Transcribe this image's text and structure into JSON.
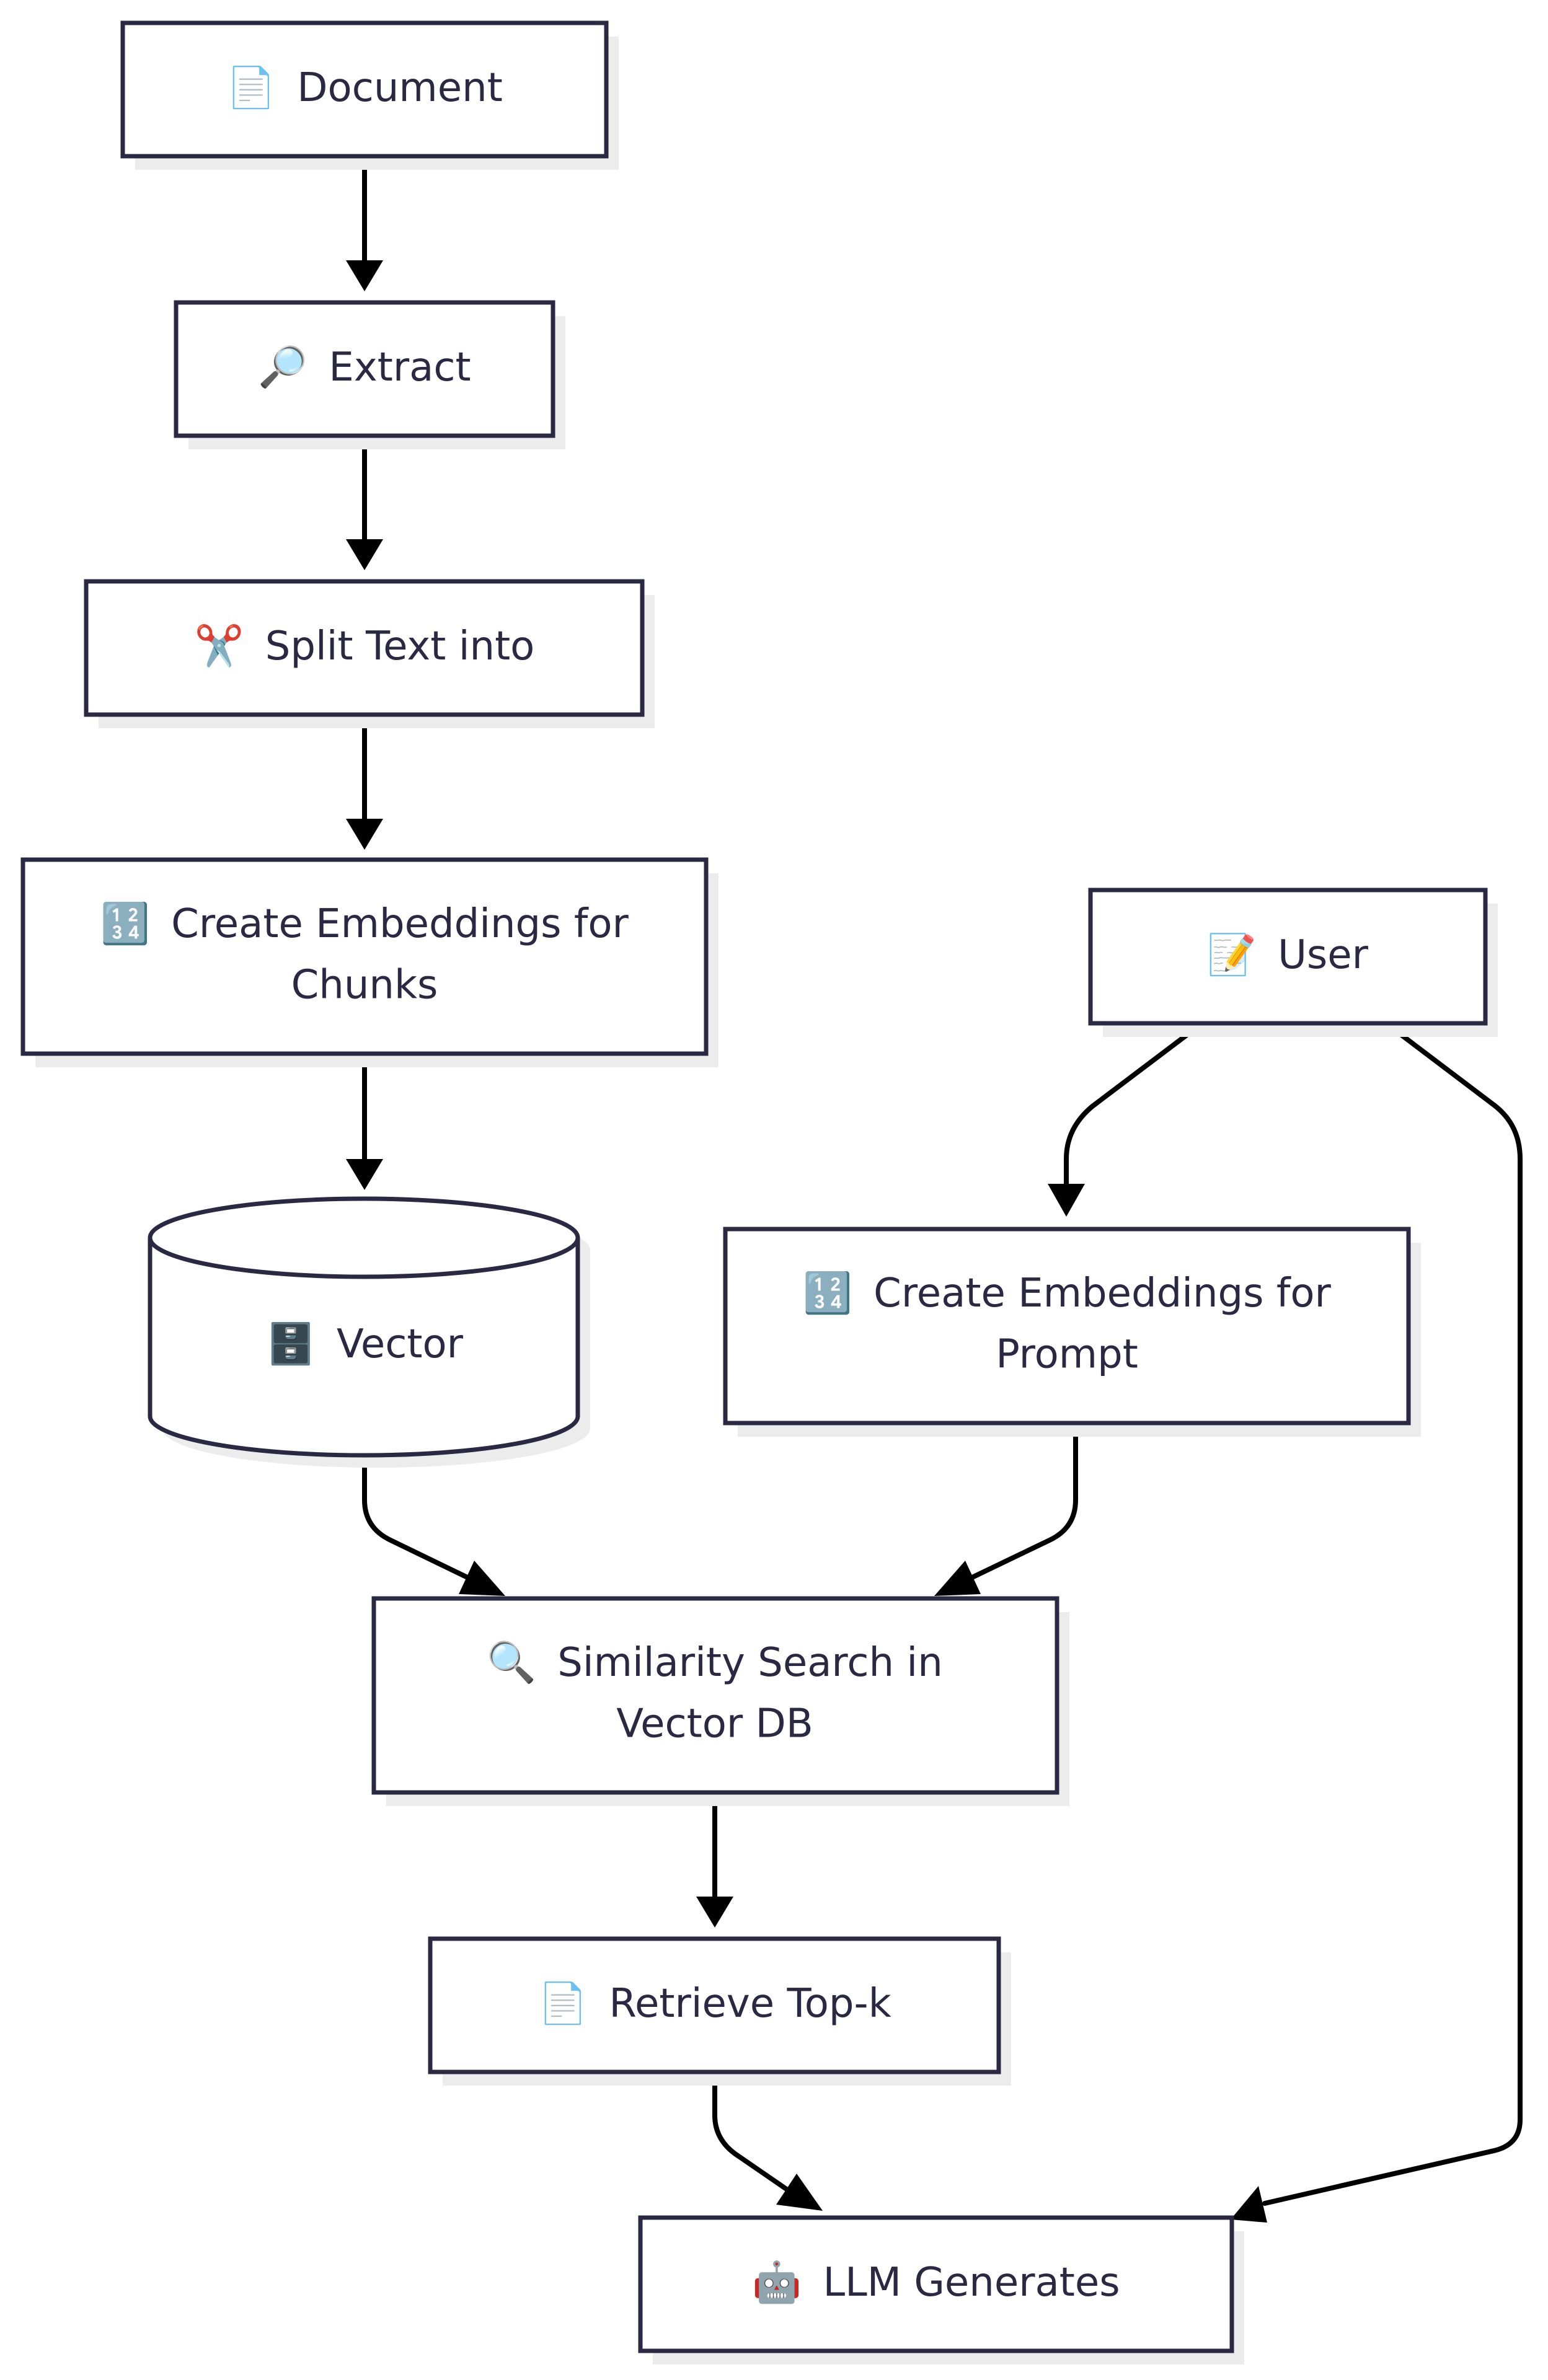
{
  "nodes": {
    "document": {
      "icon": "📄",
      "label": "Document"
    },
    "extract": {
      "icon": "🔎",
      "label": "Extract"
    },
    "split": {
      "icon": "✂️",
      "label": "Split Text into"
    },
    "embed_chunks": {
      "icon": "🔢",
      "line1": "Create Embeddings for",
      "line2": "Chunks"
    },
    "vector": {
      "icon": "🗄️",
      "label": "Vector"
    },
    "user": {
      "icon": "📝",
      "label": "User"
    },
    "embed_prompt": {
      "icon": "🔢",
      "line1": "Create Embeddings for",
      "line2": "Prompt"
    },
    "similarity": {
      "icon": "🔍",
      "line1": "Similarity Search in",
      "line2": "Vector DB"
    },
    "retrieve": {
      "icon": "📄",
      "label": "Retrieve Top-k"
    },
    "llm": {
      "icon": "🤖",
      "label": "LLM Generates"
    }
  },
  "icons": {
    "document": "document-icon",
    "extract": "magnifier-tilted-right-icon",
    "split": "scissors-icon",
    "embed_chunks": "input-numbers-icon",
    "vector": "file-cabinet-icon",
    "user": "memo-icon",
    "embed_prompt": "input-numbers-icon",
    "similarity": "magnifier-tilted-left-icon",
    "retrieve": "document-icon",
    "llm": "robot-icon"
  },
  "colors": {
    "node_border": "#2a2842",
    "node_fill": "#ffffff",
    "shadow": "#ececec",
    "edge": "#000000",
    "text": "#2a2842"
  }
}
